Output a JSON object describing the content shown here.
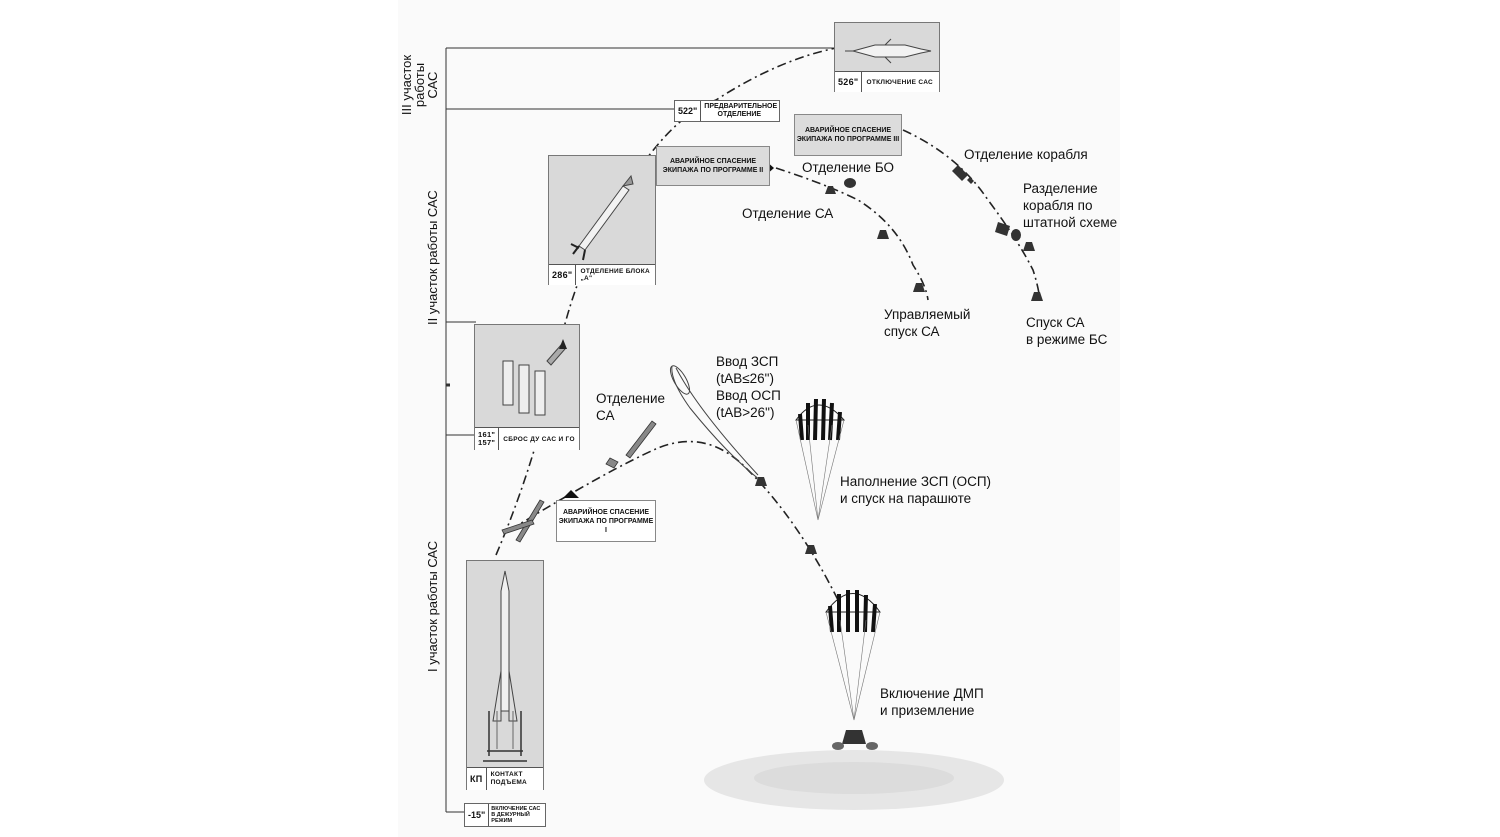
{
  "zones": {
    "zone3": "III участок работы САС",
    "zone2": "II участок работы САС",
    "zone1": "I участок работы САС"
  },
  "events": {
    "t526": {
      "time": "526\"",
      "caption": "ОТКЛЮЧЕНИЕ САС"
    },
    "t522": {
      "time": "522\"",
      "caption": "ПРЕДВАРИТЕЛЬНОЕ ОТДЕЛЕНИЕ"
    },
    "t286": {
      "time": "286\"",
      "caption": "ОТДЕЛЕНИЕ БЛОКА „А\""
    },
    "t161": {
      "time1": "161\"",
      "time2": "157\"",
      "caption": "СБРОС ДУ САС и ГО"
    },
    "kp": {
      "time": "КП",
      "caption": "КОНТАКТ ПОДЪЕМА"
    },
    "t15": {
      "time": "-15\"",
      "caption": "ВКЛЮЧЕНИЕ САС В ДЕЖУРНЫЙ РЕЖИМ"
    }
  },
  "programs": {
    "p1": "АВАРИЙНОЕ СПАСЕНИЕ ЭКИПАЖА ПО ПРОГРАММЕ I",
    "p2": "АВАРИЙНОЕ СПАСЕНИЕ ЭКИПАЖА ПО ПРОГРАММЕ II",
    "p3": "АВАРИЙНОЕ СПАСЕНИЕ ЭКИПАЖА ПО ПРОГРАММЕ III"
  },
  "labels": {
    "separation_ship": "Отделение корабля",
    "split_ship": [
      "Разделение",
      "корабля по",
      "штатной схеме"
    ],
    "separation_bo": "Отделение БО",
    "separation_sa_top": "Отделение СА",
    "controlled_descent": [
      "Управляемый",
      "спуск СА"
    ],
    "descent_bs": [
      "Спуск СА",
      "в режиме БС"
    ],
    "zsp_osp": [
      "Ввод ЗСП",
      "(tАВ≤26\")",
      "Ввод ОСП",
      "(tАВ>26\")"
    ],
    "separation_sa_low": [
      "Отделение",
      "СА"
    ],
    "fill_parachute": [
      "Наполнение ЗСП (ОСП)",
      "и спуск на парашюте"
    ],
    "landing": [
      "Включение ДМП",
      "и приземление"
    ]
  }
}
